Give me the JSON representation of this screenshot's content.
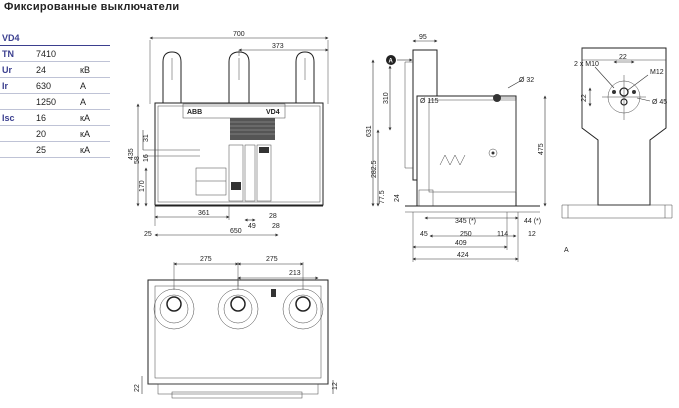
{
  "title": "Фиксированные выключатели",
  "spec_table": {
    "header": "VD4",
    "rows": [
      {
        "param": "TN",
        "value": "7410",
        "unit": ""
      },
      {
        "param": "Ur",
        "value": "24",
        "unit": "кВ"
      },
      {
        "param": "Ir",
        "value": "630",
        "unit": "А"
      },
      {
        "param": "",
        "value": "1250",
        "unit": "А"
      },
      {
        "param": "Isc",
        "value": "16",
        "unit": "кА"
      },
      {
        "param": "",
        "value": "20",
        "unit": "кА"
      },
      {
        "param": "",
        "value": "25",
        "unit": "кА"
      }
    ]
  },
  "front_view": {
    "brand": "ABB",
    "model": "VD4",
    "dims": {
      "d700": "700",
      "d373": "373",
      "d435": "435",
      "d31": "31",
      "d58": "58",
      "d16": "16",
      "d170": "170",
      "d361": "361",
      "d25": "25",
      "d650": "650",
      "d49": "49",
      "d28a": "28",
      "d28b": "28"
    }
  },
  "side_view": {
    "label_a": "A",
    "dims": {
      "d95": "95",
      "d32": "Ø 32",
      "d310": "310",
      "d115": "Ø 115",
      "d631": "631",
      "d475": "475",
      "d2825": "282.5",
      "d775": "77.5",
      "d24": "24",
      "d345": "345 (*)",
      "d44": "44 (*)",
      "d45": "45",
      "d250": "250",
      "d114": "114",
      "d12": "12",
      "d409": "409",
      "d424": "424"
    }
  },
  "detail_view": {
    "label": "A",
    "dims": {
      "d22a": "22",
      "d2xm10": "2 x M10",
      "dm12": "M12",
      "d22b": "22",
      "d45": "Ø 45"
    }
  },
  "top_view": {
    "dims": {
      "d275a": "275",
      "d275b": "275",
      "d213": "213",
      "d22": "22",
      "d12": "12"
    }
  }
}
